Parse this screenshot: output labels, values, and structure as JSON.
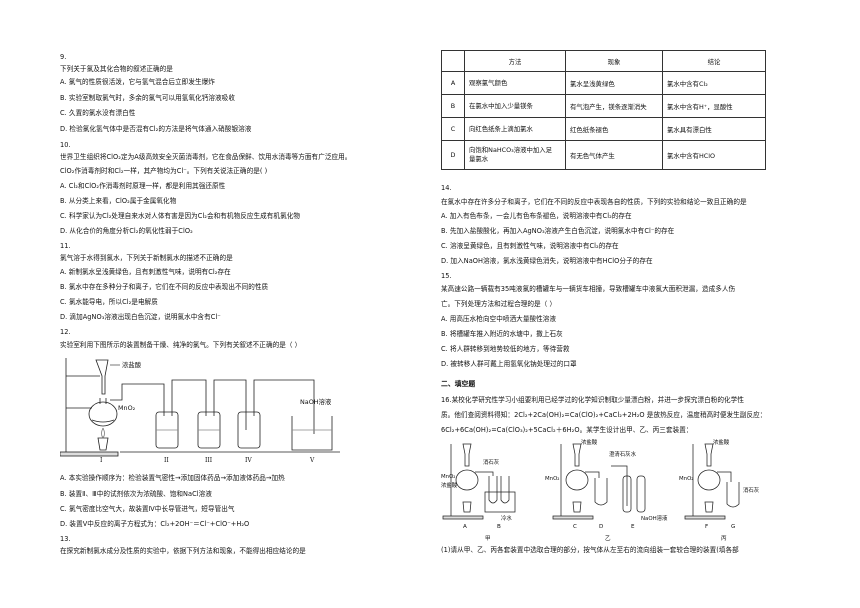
{
  "left": {
    "q9": {
      "num": "9.",
      "stem": "下列关于氯及其化合物的叙述正确的是",
      "options": [
        "A. 氯气的性质很活泼，它与氢气混合后立即发生爆炸",
        "B. 实验室制取氯气时，多余的氯气可以用氢氧化钙溶液吸收",
        "C. 久置的氯水没有漂白性",
        "D. 检验氯化氢气体中是否混有Cl₂的方法是将气体通入硝酸银溶液"
      ]
    },
    "q10": {
      "num": "10.",
      "stem1": "世界卫生组织将ClO₂定为A级高效安全灭菌消毒剂，它在食品保鲜、饮用水消毒等方面有广泛应用。",
      "stem2": "ClO₂作消毒剂时和Cl₂一样，其产物均为Cl⁻。下列有关说法正确的是(    )",
      "options": [
        "A. Cl₂和ClO₂作消毒剂时原理一样，都是利用其强还原性",
        "B. 从分类上来看，ClO₂属于金属氧化物",
        "C. 科学家认为Cl₂处理自来水对人体有害是因为Cl₂会和有机物反应生成有机氯化物",
        "D. 从化合价的角度分析Cl₂的氧化性弱于ClO₂"
      ]
    },
    "q11": {
      "num": "11.",
      "stem": "氯气溶于水得到氯水，下列关于新制氯水的描述不正确的是",
      "options": [
        "A. 新制氯水呈浅黄绿色，且有刺激性气味，说明有Cl₂存在",
        "B. 氯水中存在多种分子和离子，它们在不同的反应中表现出不同的性质",
        "C. 氯水能导电，所以Cl₂是电解质",
        "D. 滴加AgNO₃溶液出现白色沉淀，说明氯水中含有Cl⁻"
      ]
    },
    "q12": {
      "num": "12.",
      "stem": "实验室利用下图所示的装置制备干燥、纯净的氯气。下列有关叙述不正确的是（    ）",
      "fig": {
        "label_acid": "浓盐酸",
        "label_mno2": "MnO₂",
        "label_naoh": "NaOH溶液",
        "roman": [
          "I",
          "II",
          "III",
          "IV",
          "V"
        ]
      },
      "options": [
        "A. 本实验操作顺序为：检验装置气密性→添加固体药品→添加液体药品→加热",
        "B. 装置Ⅱ、Ⅲ中的试剂依次为浓硫酸、饱和NaCl溶液",
        "C. 氯气密度比空气大，故装置Ⅳ中长导管进气，短导管出气",
        "D. 装置Ⅴ中反应的离子方程式为：Cl₂+2OH⁻＝Cl⁻+ClO⁻+H₂O"
      ]
    },
    "q13": {
      "num": "13.",
      "stem": "在探究新制氯水成分及性质的实验中，依据下列方法和现象，不能得出相应结论的是"
    }
  },
  "right": {
    "table": {
      "headers": [
        "",
        "方法",
        "现象",
        "结论"
      ],
      "rows": [
        {
          "idx": "A",
          "method": "观察氯气颜色",
          "phen": "氯水呈浅黄绿色",
          "concl": "氯水中含有Cl₂"
        },
        {
          "idx": "B",
          "method": "在氯水中加入少量镁条",
          "phen": "有气泡产生，镁条逐渐消失",
          "concl": "氯水中含有H⁺，显酸性"
        },
        {
          "idx": "C",
          "method": "向红色纸条上滴加氯水",
          "phen": "红色纸条褪色",
          "concl": "氯水具有漂白性"
        },
        {
          "idx": "D",
          "method1": "向饱和NaHCO₃溶液中加入足",
          "method2": "量氯水",
          "phen": "有无色气体产生",
          "concl": "氯水中含有HClO"
        }
      ]
    },
    "q14": {
      "num": "14.",
      "stem": "在氯水中存在许多分子和离子，它们在不同的反应中表现各自的性质，下列的实验和结论一致且正确的是",
      "options": [
        "A. 加入有色布条，一会儿有色布条褪色，说明溶液中有Cl₂的存在",
        "B. 先加入盐酸酸化，再加入AgNO₃溶液产生白色沉淀，说明氯水中有Cl⁻的存在",
        "C. 溶液呈黄绿色，且有刺激性气味，说明溶液中有Cl₂的存在",
        "D. 加入NaOH溶液，氯水浅黄绿色消失，说明溶液中有HClO分子的存在"
      ]
    },
    "q15": {
      "num": "15.",
      "stem1": "某高速公路一辆载有35吨液氯的槽罐车与一辆货车相撞，导致槽罐车中液氯大面积泄漏，造成多人伤",
      "stem2": "亡。下列处理方法和过程合理的是（    ）",
      "options": [
        "A. 用高压水枪向空中喷洒大量酸性溶液",
        "B. 将槽罐车推入附近的水塘中，撒上石灰",
        "C. 将人群转移到地势较低的地方，等待营救",
        "D. 被转移人群可戴上用氢氧化钠处理过的口罩"
      ]
    },
    "section2": "二、填空题",
    "q16": {
      "line1": "16.某校化学研究性学习小组要利用已经学过的化学知识制取少量漂白粉，并进一步探究漂白粉的化学性",
      "line2": "质。他们查阅资料得知：2Cl₂+2Ca(OH)₂=Ca(ClO)₂+CaCl₂+2H₂O 是放热反应，温度稍高时便发生副反应：",
      "line3": "6Cl₂+6Ca(OH)₂=Ca(ClO₃)₂+5CaCl₂＋6H₂O。某学生设计出甲、乙、丙三套装置：",
      "fig": {
        "labels": [
          "MnO₂",
          "浓盐酸",
          "消石灰",
          "冷水",
          "浓盐酸",
          "MnO₂",
          "澄清石灰水",
          "NaOH溶液",
          "浓盐酸",
          "MnO₂",
          "消石灰"
        ],
        "letters": [
          "A",
          "B",
          "C",
          "D",
          "E",
          "F",
          "G"
        ],
        "groups": [
          "甲",
          "乙",
          "丙"
        ]
      },
      "last": "(1)请从甲、乙、丙各套装置中选取合理的部分，按气体从左至右的流向组装一套较合理的装置(填各部"
    }
  }
}
